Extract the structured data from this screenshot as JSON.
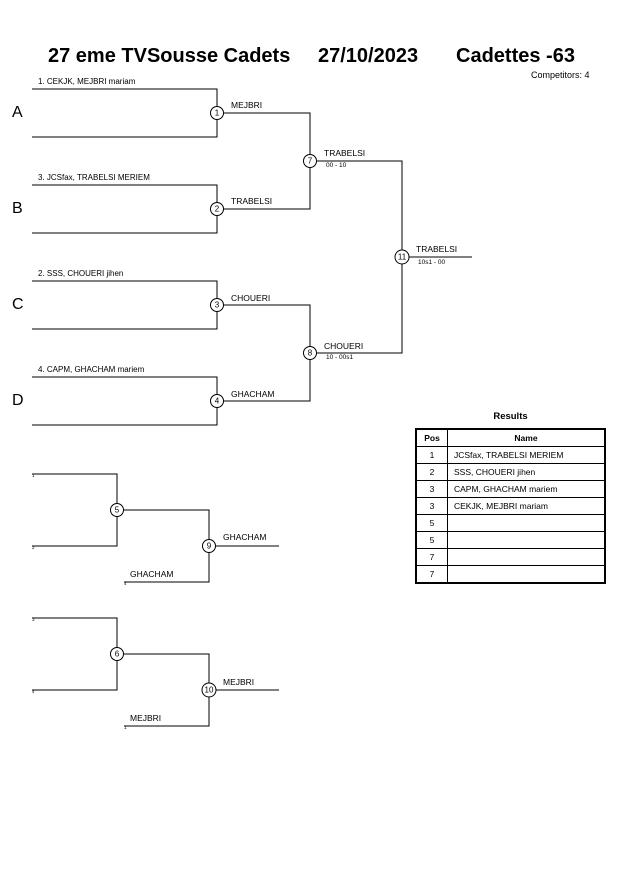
{
  "header": {
    "event": "27 eme TVSousse Cadets",
    "date": "27/10/2023",
    "category": "Cadettes -63",
    "competitors": "Competitors: 4"
  },
  "pools": [
    "A",
    "B",
    "C",
    "D"
  ],
  "entries": [
    "1. CEKJK, MEJBRI mariam",
    "3. JCSfax, TRABELSI MERIEM",
    "2. SSS, CHOUERI jihen",
    "4. CAPM, GHACHAM mariem"
  ],
  "bracket": {
    "round1_winners": [
      "MEJBRI",
      "TRABELSI",
      "CHOUERI",
      "GHACHAM"
    ],
    "semis": [
      {
        "winner": "TRABELSI",
        "score": "00 - 10"
      },
      {
        "winner": "CHOUERI",
        "score": "10 - 00s1"
      }
    ],
    "final": {
      "winner": "TRABELSI",
      "score": "10s1 - 00"
    },
    "match_numbers": [
      "1",
      "2",
      "3",
      "4",
      "5",
      "6",
      "7",
      "8",
      "9",
      "10",
      "11"
    ]
  },
  "repechage": [
    {
      "slots": [
        "1",
        "2"
      ],
      "entrant": "GHACHAM",
      "entrant_slot": "4",
      "winner": "GHACHAM"
    },
    {
      "slots": [
        "3",
        "4"
      ],
      "entrant": "MEJBRI",
      "entrant_slot": "1",
      "winner": "MEJBRI"
    }
  ],
  "results": {
    "title": "Results",
    "headers": [
      "Pos",
      "Name"
    ],
    "rows": [
      {
        "pos": "1",
        "name": "JCSfax, TRABELSI MERIEM"
      },
      {
        "pos": "2",
        "name": "SSS, CHOUERI jihen"
      },
      {
        "pos": "3",
        "name": "CAPM, GHACHAM mariem"
      },
      {
        "pos": "3",
        "name": "CEKJK, MEJBRI mariam"
      },
      {
        "pos": "5",
        "name": ""
      },
      {
        "pos": "5",
        "name": ""
      },
      {
        "pos": "7",
        "name": ""
      },
      {
        "pos": "7",
        "name": ""
      }
    ]
  }
}
